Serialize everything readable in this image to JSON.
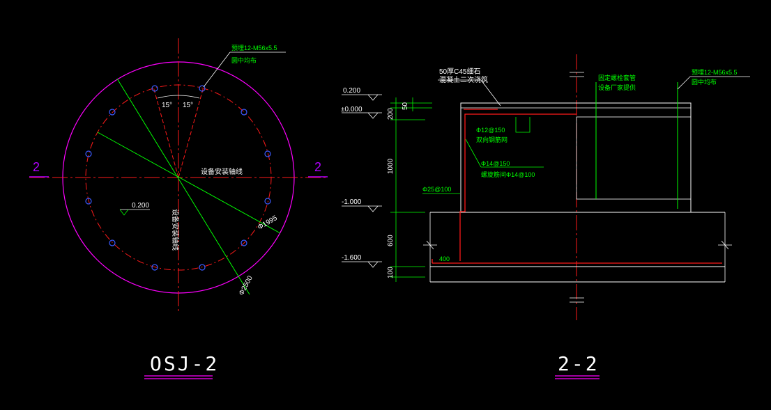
{
  "colors": {
    "background": "#000000",
    "red": "#ff1a1a",
    "magenta": "#ff00ff",
    "purple": "#b000ff",
    "green": "#00ff00",
    "white": "#ffffff",
    "blue": "#3b5bff"
  },
  "plan": {
    "title": "OSJ-2",
    "section_mark": "2",
    "bolt_note_line1": "预埋12-M56x5.5",
    "bolt_note_line2": "圆中均布",
    "angle_a": "15°",
    "angle_b": "15°",
    "axis_label": "设备安装轴线",
    "axis_label_vertical": "设备安装轴线",
    "elevation": "0.200",
    "dia_inner": "Φ1995",
    "dia_outer": "Φ2500"
  },
  "section": {
    "title": "2-2",
    "elev_top": "0.200",
    "elev_zero": "±0.000",
    "elev_mid": "-1.000",
    "elev_bottom": "-1.600",
    "dim_50": "50",
    "dim_200": "200",
    "dim_1000": "1000",
    "dim_600": "600",
    "dim_100": "100",
    "grout_line1": "50厚C45细石",
    "grout_line2": "混凝土二次浇筑",
    "rebar_mesh_line1": "Φ12@150",
    "rebar_mesh_line2": "双向钢筋网",
    "rebar_ring_line1": "Φ14@150",
    "rebar_ring_line2": "螺旋筋间Φ14@100",
    "rebar_bottom": "Φ25@100",
    "dim_400": "400",
    "sleeve_line1": "固定螺栓套管",
    "sleeve_line2": "设备厂家提供",
    "bolt_line1": "预埋12-M56x5.5",
    "bolt_line2": "圆中均布"
  }
}
